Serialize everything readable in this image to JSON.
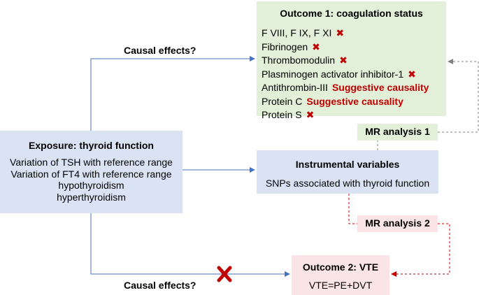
{
  "outcome1": {
    "title": "Outcome 1: coagulation status",
    "items": [
      {
        "label": "F VIII, F IX, F XI",
        "mark": "✖",
        "suggestive": ""
      },
      {
        "label": "Fibrinogen",
        "mark": "✖",
        "suggestive": ""
      },
      {
        "label": "Thrombomodulin",
        "mark": "✖",
        "suggestive": ""
      },
      {
        "label": "Plasminogen activator inhibitor-1",
        "mark": "✖",
        "suggestive": ""
      },
      {
        "label": "Antithrombin-III",
        "mark": "",
        "suggestive": "Suggestive causality"
      },
      {
        "label": "Protein C",
        "mark": "",
        "suggestive": "Suggestive causality"
      },
      {
        "label": "Protein S",
        "mark": "✖",
        "suggestive": ""
      }
    ]
  },
  "exposure": {
    "title": "Exposure: thyroid function",
    "lines": [
      "Variation of TSH with reference range",
      "Variation of FT4 with reference range",
      "hypothyroidism",
      "hyperthyroidism"
    ]
  },
  "instrument": {
    "title": "Instrumental variables",
    "subtitle": "SNPs associated with thyroid function"
  },
  "outcome2": {
    "title": "Outcome 2: VTE",
    "subtitle": "VTE=PE+DVT"
  },
  "mr1": "MR analysis 1",
  "mr2": "MR analysis 2",
  "causal_top": "Causal effects?",
  "causal_bottom": "Causal effects?",
  "colors": {
    "green_box": "#e2efd9",
    "blue_box": "#dae3f3",
    "pink_box": "#fbe4e6",
    "accent_red": "#c00000",
    "arrow_blue": "#4472c4",
    "dashed_gray": "#7f7f7f",
    "dashed_red": "#c00000"
  }
}
